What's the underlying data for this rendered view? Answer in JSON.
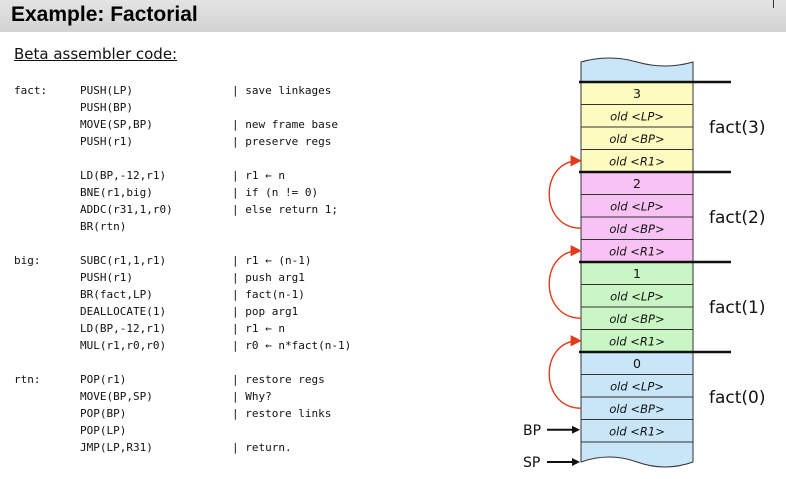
{
  "title": "Example: Factorial",
  "subtitle": "Beta assembler code:",
  "code_lines": [
    {
      "label": "fact:",
      "instr": "PUSH(LP)",
      "comment": "| save linkages"
    },
    {
      "label": "",
      "instr": "PUSH(BP)",
      "comment": ""
    },
    {
      "label": "",
      "instr": "MOVE(SP,BP)",
      "comment": "| new frame base"
    },
    {
      "label": "",
      "instr": "PUSH(r1)",
      "comment": "| preserve regs"
    },
    {
      "label": "",
      "instr": "LD(BP,-12,r1)",
      "comment": "| r1 ← n"
    },
    {
      "label": "",
      "instr": "BNE(r1,big)",
      "comment": "| if (n != 0)"
    },
    {
      "label": "",
      "instr": "ADDC(r31,1,r0)",
      "comment": "| else return 1;"
    },
    {
      "label": "",
      "instr": "BR(rtn)",
      "comment": ""
    },
    {
      "label": "big:",
      "instr": "SUBC(r1,1,r1)",
      "comment": "| r1 ← (n-1)"
    },
    {
      "label": "",
      "instr": "PUSH(r1)",
      "comment": "| push arg1"
    },
    {
      "label": "",
      "instr": "BR(fact,LP)",
      "comment": "| fact(n-1)"
    },
    {
      "label": "",
      "instr": "DEALLOCATE(1)",
      "comment": "| pop arg1"
    },
    {
      "label": "",
      "instr": "LD(BP,-12,r1)",
      "comment": "| r1 ← n"
    },
    {
      "label": "",
      "instr": "MUL(r1,r0,r0)",
      "comment": "| r0 ← n*fact(n-1)"
    },
    {
      "label": "rtn:",
      "instr": "POP(r1)",
      "comment": "| restore regs"
    },
    {
      "label": "",
      "instr": "MOVE(BP,SP)",
      "comment": "| Why?"
    },
    {
      "label": "",
      "instr": "POP(BP)",
      "comment": "| restore links"
    },
    {
      "label": "",
      "instr": "POP(LP)",
      "comment": ""
    },
    {
      "label": "",
      "instr": "JMP(LP,R31)",
      "comment": "| return."
    }
  ],
  "stack_frames": [
    {
      "name": "fact(3)",
      "arg": "3",
      "color": "#fdfbbf",
      "cells": [
        "old <LP>",
        "old <BP>",
        "old <R1>"
      ]
    },
    {
      "name": "fact(2)",
      "arg": "2",
      "color": "#f9c2f4",
      "cells": [
        "old <LP>",
        "old <BP>",
        "old <R1>"
      ]
    },
    {
      "name": "fact(1)",
      "arg": "1",
      "color": "#c9f6c4",
      "cells": [
        "old <LP>",
        "old <BP>",
        "old <R1>"
      ]
    },
    {
      "name": "fact(0)",
      "arg": "0",
      "color": "#c8e6f8",
      "cells": [
        "old <LP>",
        "old <BP>",
        "old <R1>"
      ]
    }
  ],
  "pointers": {
    "bp": "BP",
    "sp": "SP"
  },
  "colors": {
    "title_bar": "#d8d8d8",
    "arrow": "#e23a1a",
    "stack_empty": "#c8e6f8"
  }
}
